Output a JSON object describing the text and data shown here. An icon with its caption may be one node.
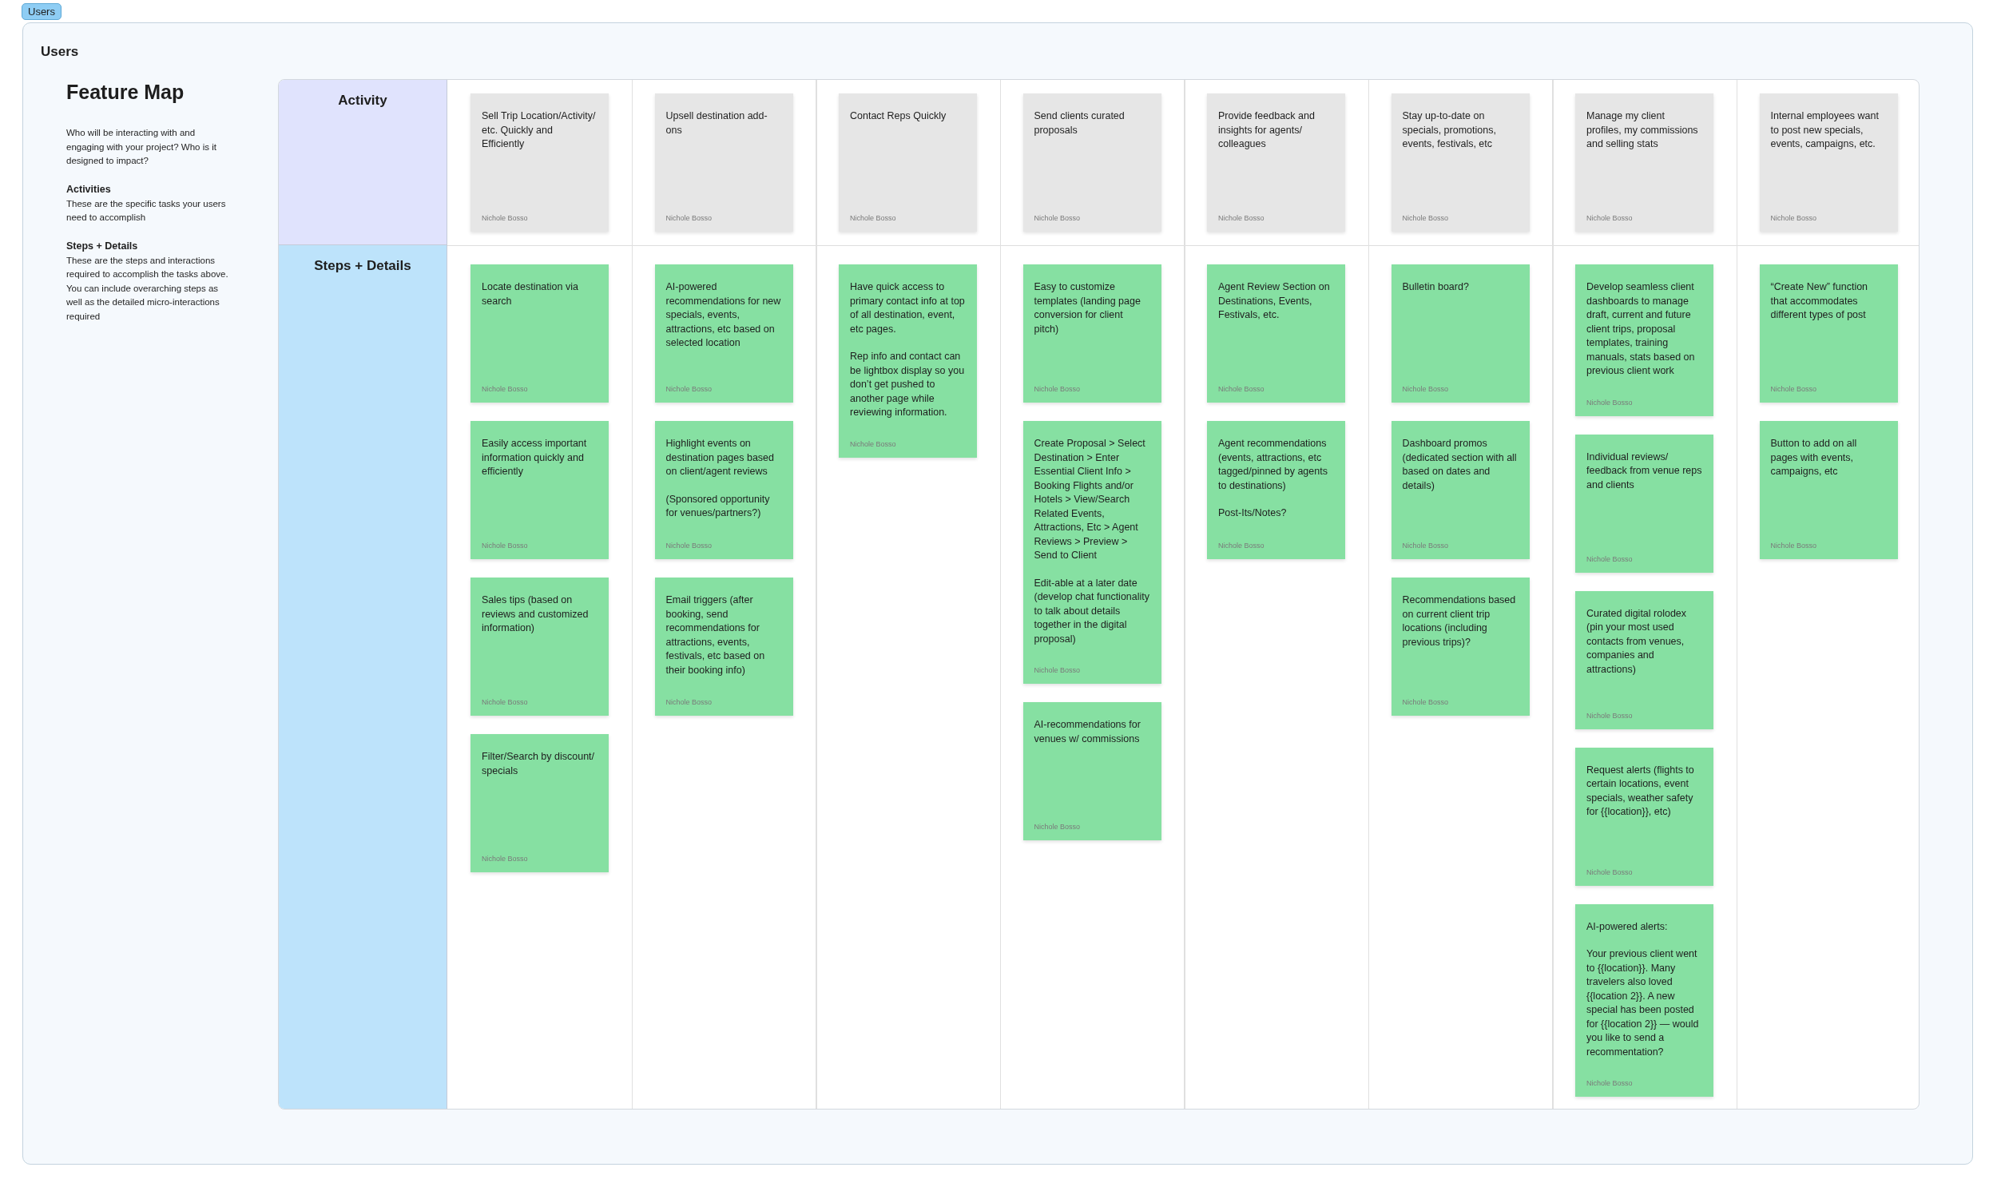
{
  "diagram": {
    "nodes": [
      {
        "text": [
          "Users",
          "Users"
        ]
      },
      {
        "text": [],
        "shape": "box",
        "in": 0
      },
      {
        "text": [
          "Activity"
        ],
        "in": 1
      },
      {
        "text": [
          "Sell Trip Location/Activity/ etc. Quickly and Efficiently",
          "Nichole Bosso"
        ],
        "in": 1
      },
      {
        "text": [
          "Upsell destination add-ons",
          "Nichole Bosso"
        ],
        "in": 1
      },
      {
        "text": [
          "Contact Reps Quickly",
          "Nichole Bosso"
        ],
        "in": 1
      },
      {
        "text": [
          "Send clients curated proposals",
          "Nichole Bosso"
        ],
        "in": 1
      },
      {
        "text": [
          "Provide feedback and insights for agents/ colleagues",
          "Nichole Bosso"
        ],
        "in": 1
      },
      {
        "text": [
          "Stay up-to-date on specials, promotions, events, festivals, etc",
          "Nichole Bosso"
        ],
        "in": 1
      },
      {
        "text": [
          "Manage my client profiles, my commissions and selling stats",
          "Nichole Bosso"
        ],
        "in": 1
      },
      {
        "text": [
          "Internal employees want to post new specials, events, campaigns, etc.",
          "Nichole Bosso"
        ],
        "in": 1
      },
      {
        "text": [
          "Steps + Details"
        ],
        "in": 1
      },
      {
        "text": [
          "Locate destination via search",
          "Nichole Bosso"
        ],
        "in": 1
      },
      {
        "text": [
          "Easily access important information quickly and efficiently",
          "Nichole Bosso"
        ],
        "in": 1
      },
      {
        "text": [
          "Sales tips (based on reviews and customized information)",
          "Nichole Bosso"
        ],
        "in": 1
      },
      {
        "text": [
          "Filter/Search by discount/ specials",
          "Nichole Bosso"
        ],
        "in": 1
      },
      {
        "text": [
          "AI-powered recommendations for new specials, events, attractions, etc based on selected location",
          "Nichole Bosso"
        ],
        "in": 1
      },
      {
        "text": [
          "Highlight events on destination pages based on client/agent reviews",
          "(Sponsored opportunity for venues/partners?)",
          "Nichole Bosso"
        ],
        "in": 1
      },
      {
        "text": [
          "Email triggers (after booking, send recommendations for attractions, events, festivals, etc based on their booking info)",
          "Nichole Bosso"
        ],
        "in": 1
      },
      {
        "text": [
          "Have quick access to primary contact info at top of all destination, event, etc pages.",
          "Rep info and contact can be lightbox display so you don’t get pushed to another page while reviewing information.",
          "Nichole Bosso"
        ],
        "in": 1
      },
      {
        "text": [
          "Easy to customize templates (landing page conversion for client pitch)",
          "Nichole Bosso"
        ],
        "in": 1
      },
      {
        "text": [
          "Create Proposal > Select Destination > Enter Essential Client Info > Booking Flights and/or Hotels > View/Search Related Events, Attractions, Etc > Agent Reviews > Preview > Send to Client",
          "Edit-able at a later date (develop chat functionality to talk about details together in the digital proposal)",
          "Nichole Bosso"
        ],
        "in": 1
      },
      {
        "text": [
          "AI-recommendations for venues w/ commissions",
          "Nichole Bosso"
        ],
        "in": 1
      },
      {
        "text": [
          "Agent Review Section on Destinations, Events, Festivals, etc.",
          "Nichole Bosso"
        ],
        "in": 1
      },
      {
        "text": [
          "Agent recommendations (events, attractions, etc tagged/pinned by agents to destinations)",
          "Post-Its/Notes?",
          "Nichole Bosso"
        ],
        "in": 1
      },
      {
        "text": [
          "Bulletin board?",
          "Nichole Bosso"
        ],
        "in": 1
      },
      {
        "text": [
          "Dashboard promos (dedicated section with all based on dates and details)",
          "Nichole Bosso"
        ],
        "in": 1
      },
      {
        "text": [
          "Recommendations based on current client trip locations (including previous trips)?",
          "Nichole Bosso"
        ],
        "in": 1
      },
      {
        "text": [
          "Develop seamless client dashboards to manage draft, current and future client trips, proposal templates, training manuals, stats based on previous client work",
          "Nichole Bosso"
        ],
        "in": 1
      },
      {
        "text": [
          "Individual reviews/ feedback from venue reps and clients",
          "Nichole Bosso"
        ],
        "in": 1
      },
      {
        "text": [
          "Curated digital rolodex (pin your most used contacts from venues, companies and attractions)",
          "Nichole Bosso"
        ],
        "in": 1
      },
      {
        "text": [
          "Request alerts (flights to certain locations, event specials, weather safety for {{location}}, etc)",
          "Nichole Bosso"
        ],
        "in": 1
      },
      {
        "text": [
          "AI-powered alerts:",
          "Your previous client went to {{location}}. Many travelers also loved {{location 2}}. A new special has been posted for {{location 2}} — would you like to send a recommentation?",
          "Nichole Bosso"
        ],
        "in": 1
      },
      {
        "text": [
          "“Create New” function that accommodates different types of post",
          "Nichole Bosso"
        ],
        "in": 1
      },
      {
        "text": [
          "Button to add on all pages with events, campaigns, etc",
          "Nichole Bosso"
        ],
        "in": 1
      }
    ],
    "labels": [
      "Feature Map",
      "Who will be interacting with and engaging with your project? Who is it designed to impact?",
      "Activities",
      "These are the specific tasks your users need to accomplish",
      "Steps + Details",
      "These are the steps and interactions required to accomplish the tasks above. You can include overarching steps as well as the detailed micro-interactions required"
    ]
  }
}
